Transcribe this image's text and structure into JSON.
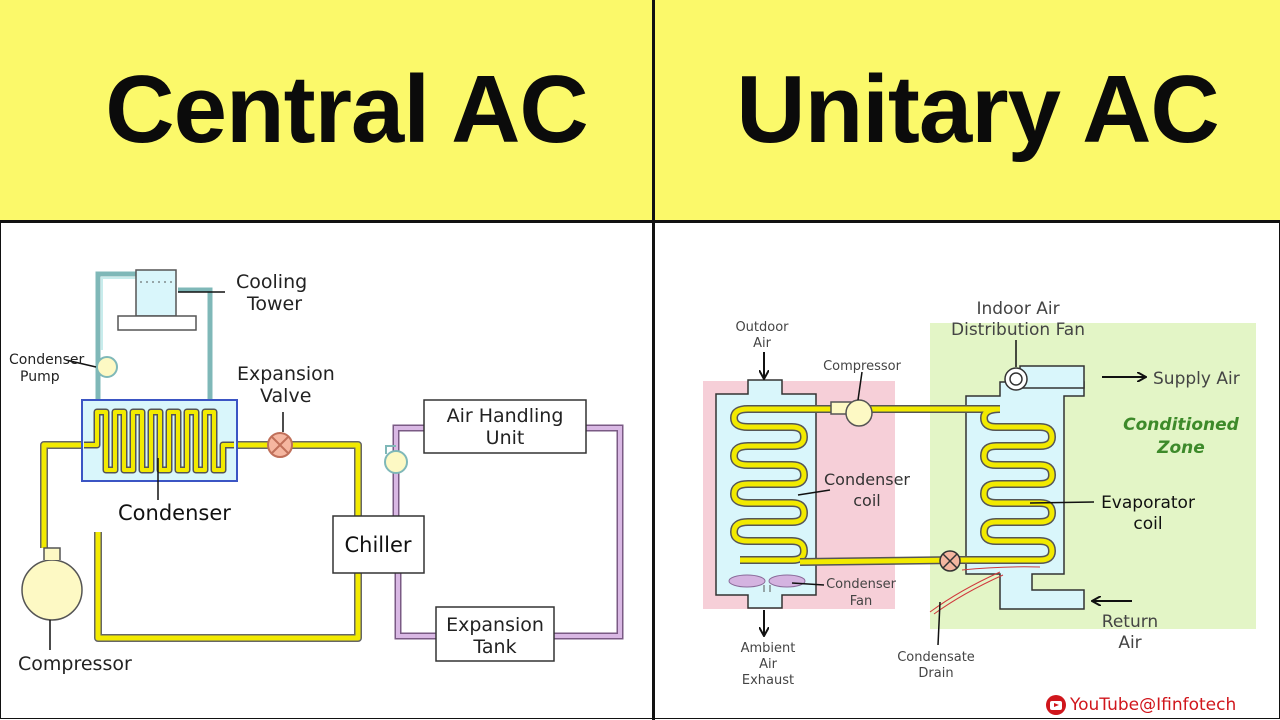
{
  "header": {
    "left_title": "Central AC",
    "right_title": "Unitary AC"
  },
  "central": {
    "cooling_tower_l1": "Cooling",
    "cooling_tower_l2": "Tower",
    "condenser_pump_l1": "Condenser",
    "condenser_pump_l2": "Pump",
    "expansion_valve_l1": "Expansion",
    "expansion_valve_l2": "Valve",
    "air_handling_l1": "Air Handling",
    "air_handling_l2": "Unit",
    "condenser": "Condenser",
    "chiller": "Chiller",
    "expansion_tank_l1": "Expansion",
    "expansion_tank_l2": "Tank",
    "compressor": "Compressor"
  },
  "unitary": {
    "outdoor_air_l1": "Outdoor",
    "outdoor_air_l2": "Air",
    "compressor": "Compressor",
    "indoor_fan_l1": "Indoor Air",
    "indoor_fan_l2": "Distribution Fan",
    "supply_air": "Supply Air",
    "conditioned_zone_l1": "Conditioned",
    "conditioned_zone_l2": "Zone",
    "condenser_coil_l1": "Condenser",
    "condenser_coil_l2": "coil",
    "evaporator_coil_l1": "Evaporator",
    "evaporator_coil_l2": "coil",
    "condenser_fan_l1": "Condenser",
    "condenser_fan_l2": "Fan",
    "return_air_l1": "Return",
    "return_air_l2": "Air",
    "ambient_l1": "Ambient",
    "ambient_l2": "Air",
    "ambient_l3": "Exhaust",
    "drain_l1": "Condensate",
    "drain_l2": "Drain"
  },
  "watermark": "YouTube@Ifinfotech",
  "colors": {
    "banner": "#fbf96a",
    "pipe_yellow": "#f2ea00",
    "pipe_purple": "#c9a2d4",
    "pipe_teal": "#9fd0d0",
    "component_fill": "#fdf9c4",
    "condenser_box": "#d9f6fb",
    "condenser_box_border": "#3b55c4",
    "pink_zone": "#f6cfd8",
    "green_zone": "#e3f5c6",
    "zone_text": "#3d8a2a",
    "watermark": "#d0161c"
  }
}
